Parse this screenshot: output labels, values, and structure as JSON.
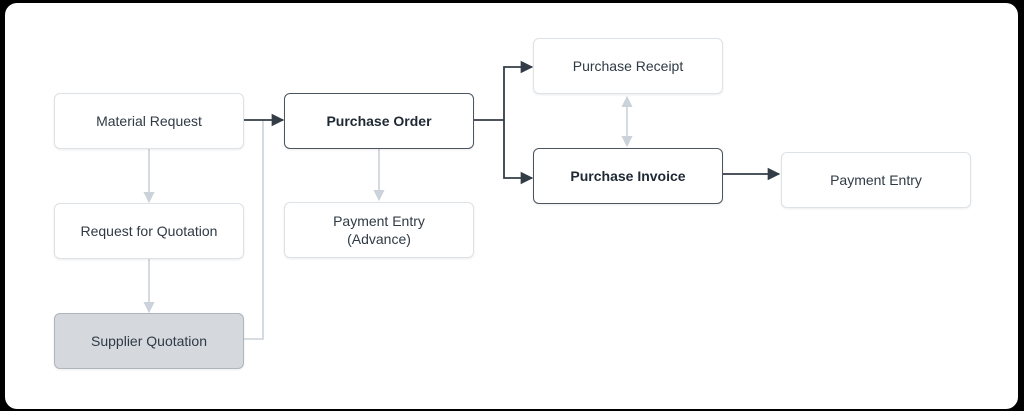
{
  "nodes": {
    "material_request": "Material Request",
    "request_for_quotation": "Request for Quotation",
    "supplier_quotation": "Supplier Quotation",
    "purchase_order": "Purchase Order",
    "payment_entry_advance_line1": "Payment Entry",
    "payment_entry_advance_line2": "(Advance)",
    "purchase_receipt": "Purchase Receipt",
    "purchase_invoice": "Purchase Invoice",
    "payment_entry": "Payment Entry"
  },
  "colors": {
    "primary_edge": "#333d47",
    "secondary_edge": "#cbd2d9",
    "highlighted_node_fill": "#d5d9de"
  }
}
